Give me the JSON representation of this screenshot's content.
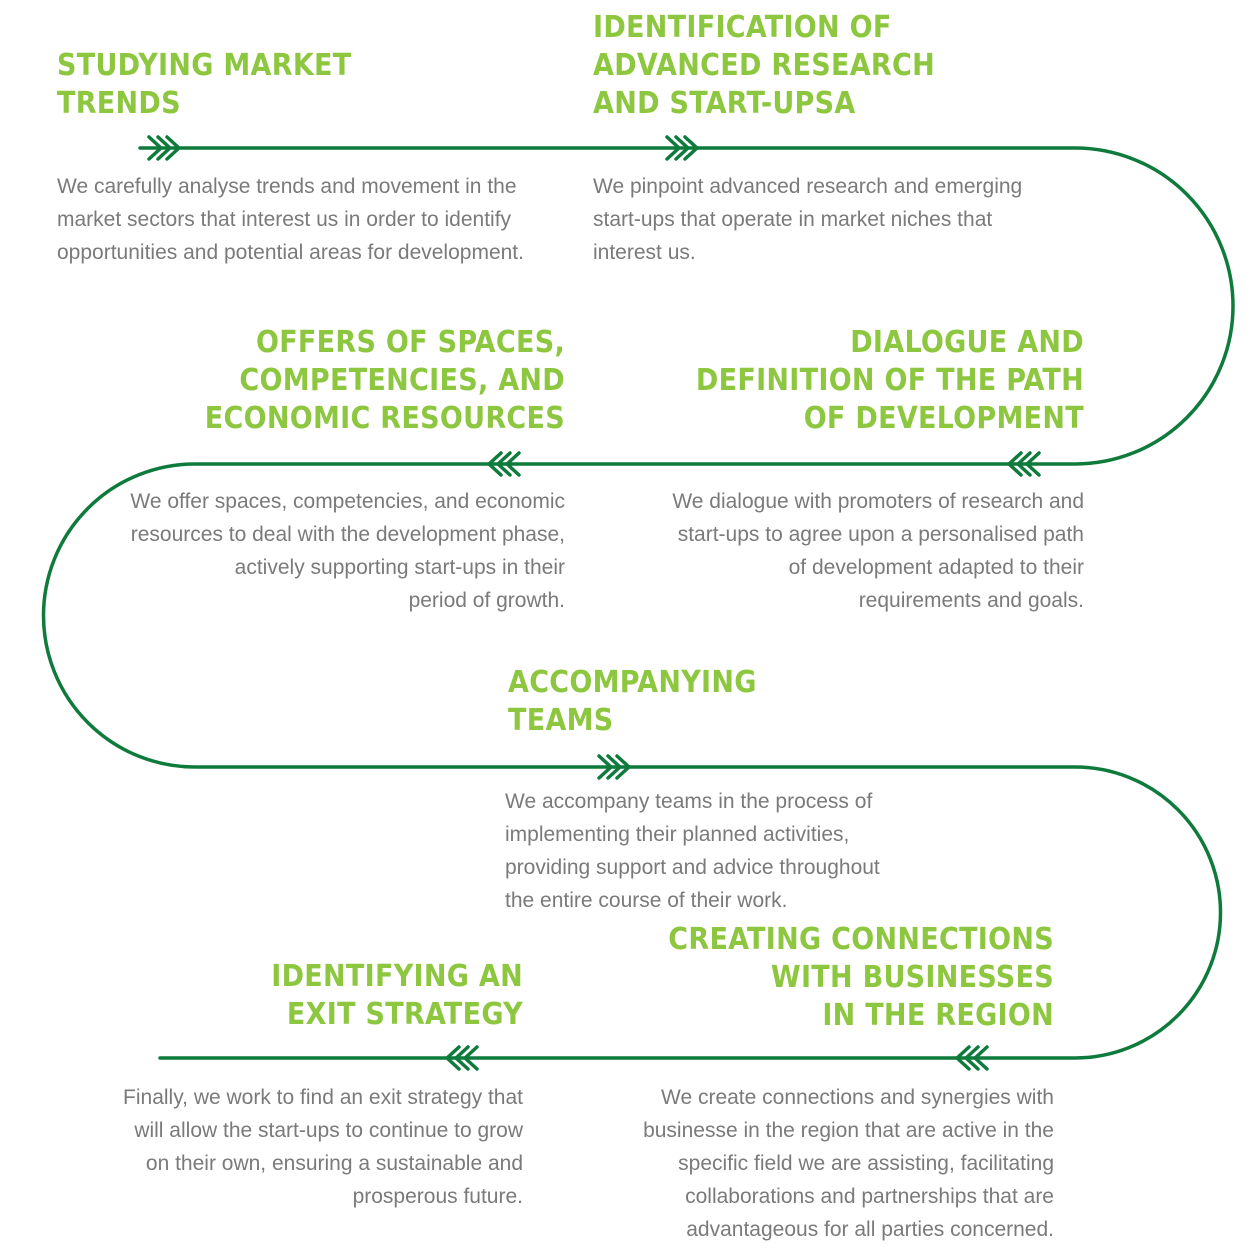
{
  "accent_colors": {
    "title": "#8dc63f",
    "path": "#0e7a3c",
    "text": "#7a7a7a"
  },
  "steps": [
    {
      "title": "STUDYING MARKET\nTRENDS",
      "description": "We carefully analyse trends and movement in the\nmarket sectors that interest us in order to identify\nopportunities and potential areas for development.",
      "arrow_icon": "chevron-right-triple-icon"
    },
    {
      "title": "IDENTIFICATION OF\nADVANCED RESEARCH\nAND START-UPSA",
      "description": "We pinpoint advanced research and emerging\nstart-ups that operate in market niches that\ninterest us.",
      "arrow_icon": "chevron-right-triple-icon"
    },
    {
      "title": "DIALOGUE AND\nDEFINITION OF THE PATH\nOF DEVELOPMENT",
      "description": "We dialogue with promoters of research and\nstart-ups to agree upon a personalised path\nof development adapted to their\nrequirements and goals.",
      "arrow_icon": "chevron-left-triple-icon"
    },
    {
      "title": "OFFERS OF SPACES,\nCOMPETENCIES, AND\nECONOMIC RESOURCES",
      "description": "We offer spaces, competencies, and economic\nresources to deal with the development phase,\nactively supporting start-ups in their\nperiod of growth.",
      "arrow_icon": "chevron-left-triple-icon"
    },
    {
      "title": "ACCOMPANYING\nTEAMS",
      "description": "We accompany teams in the process of\nimplementing their planned activities,\nproviding support and advice throughout\nthe entire course of their work.",
      "arrow_icon": "chevron-right-triple-icon"
    },
    {
      "title": "CREATING CONNECTIONS\nWITH BUSINESSES\nIN THE REGION",
      "description": "We create connections and synergies with\nbusinesse in the region that are active in the\nspecific field we are assisting, facilitating\ncollaborations and partnerships that are\nadvantageous for all parties concerned.",
      "arrow_icon": "chevron-left-triple-icon"
    },
    {
      "title": "IDENTIFYING AN\nEXIT STRATEGY",
      "description": "Finally, we work to find an exit strategy that\nwill allow the start-ups to continue to grow\non their own, ensuring a sustainable and\nprosperous future.",
      "arrow_icon": "chevron-left-triple-icon"
    }
  ]
}
